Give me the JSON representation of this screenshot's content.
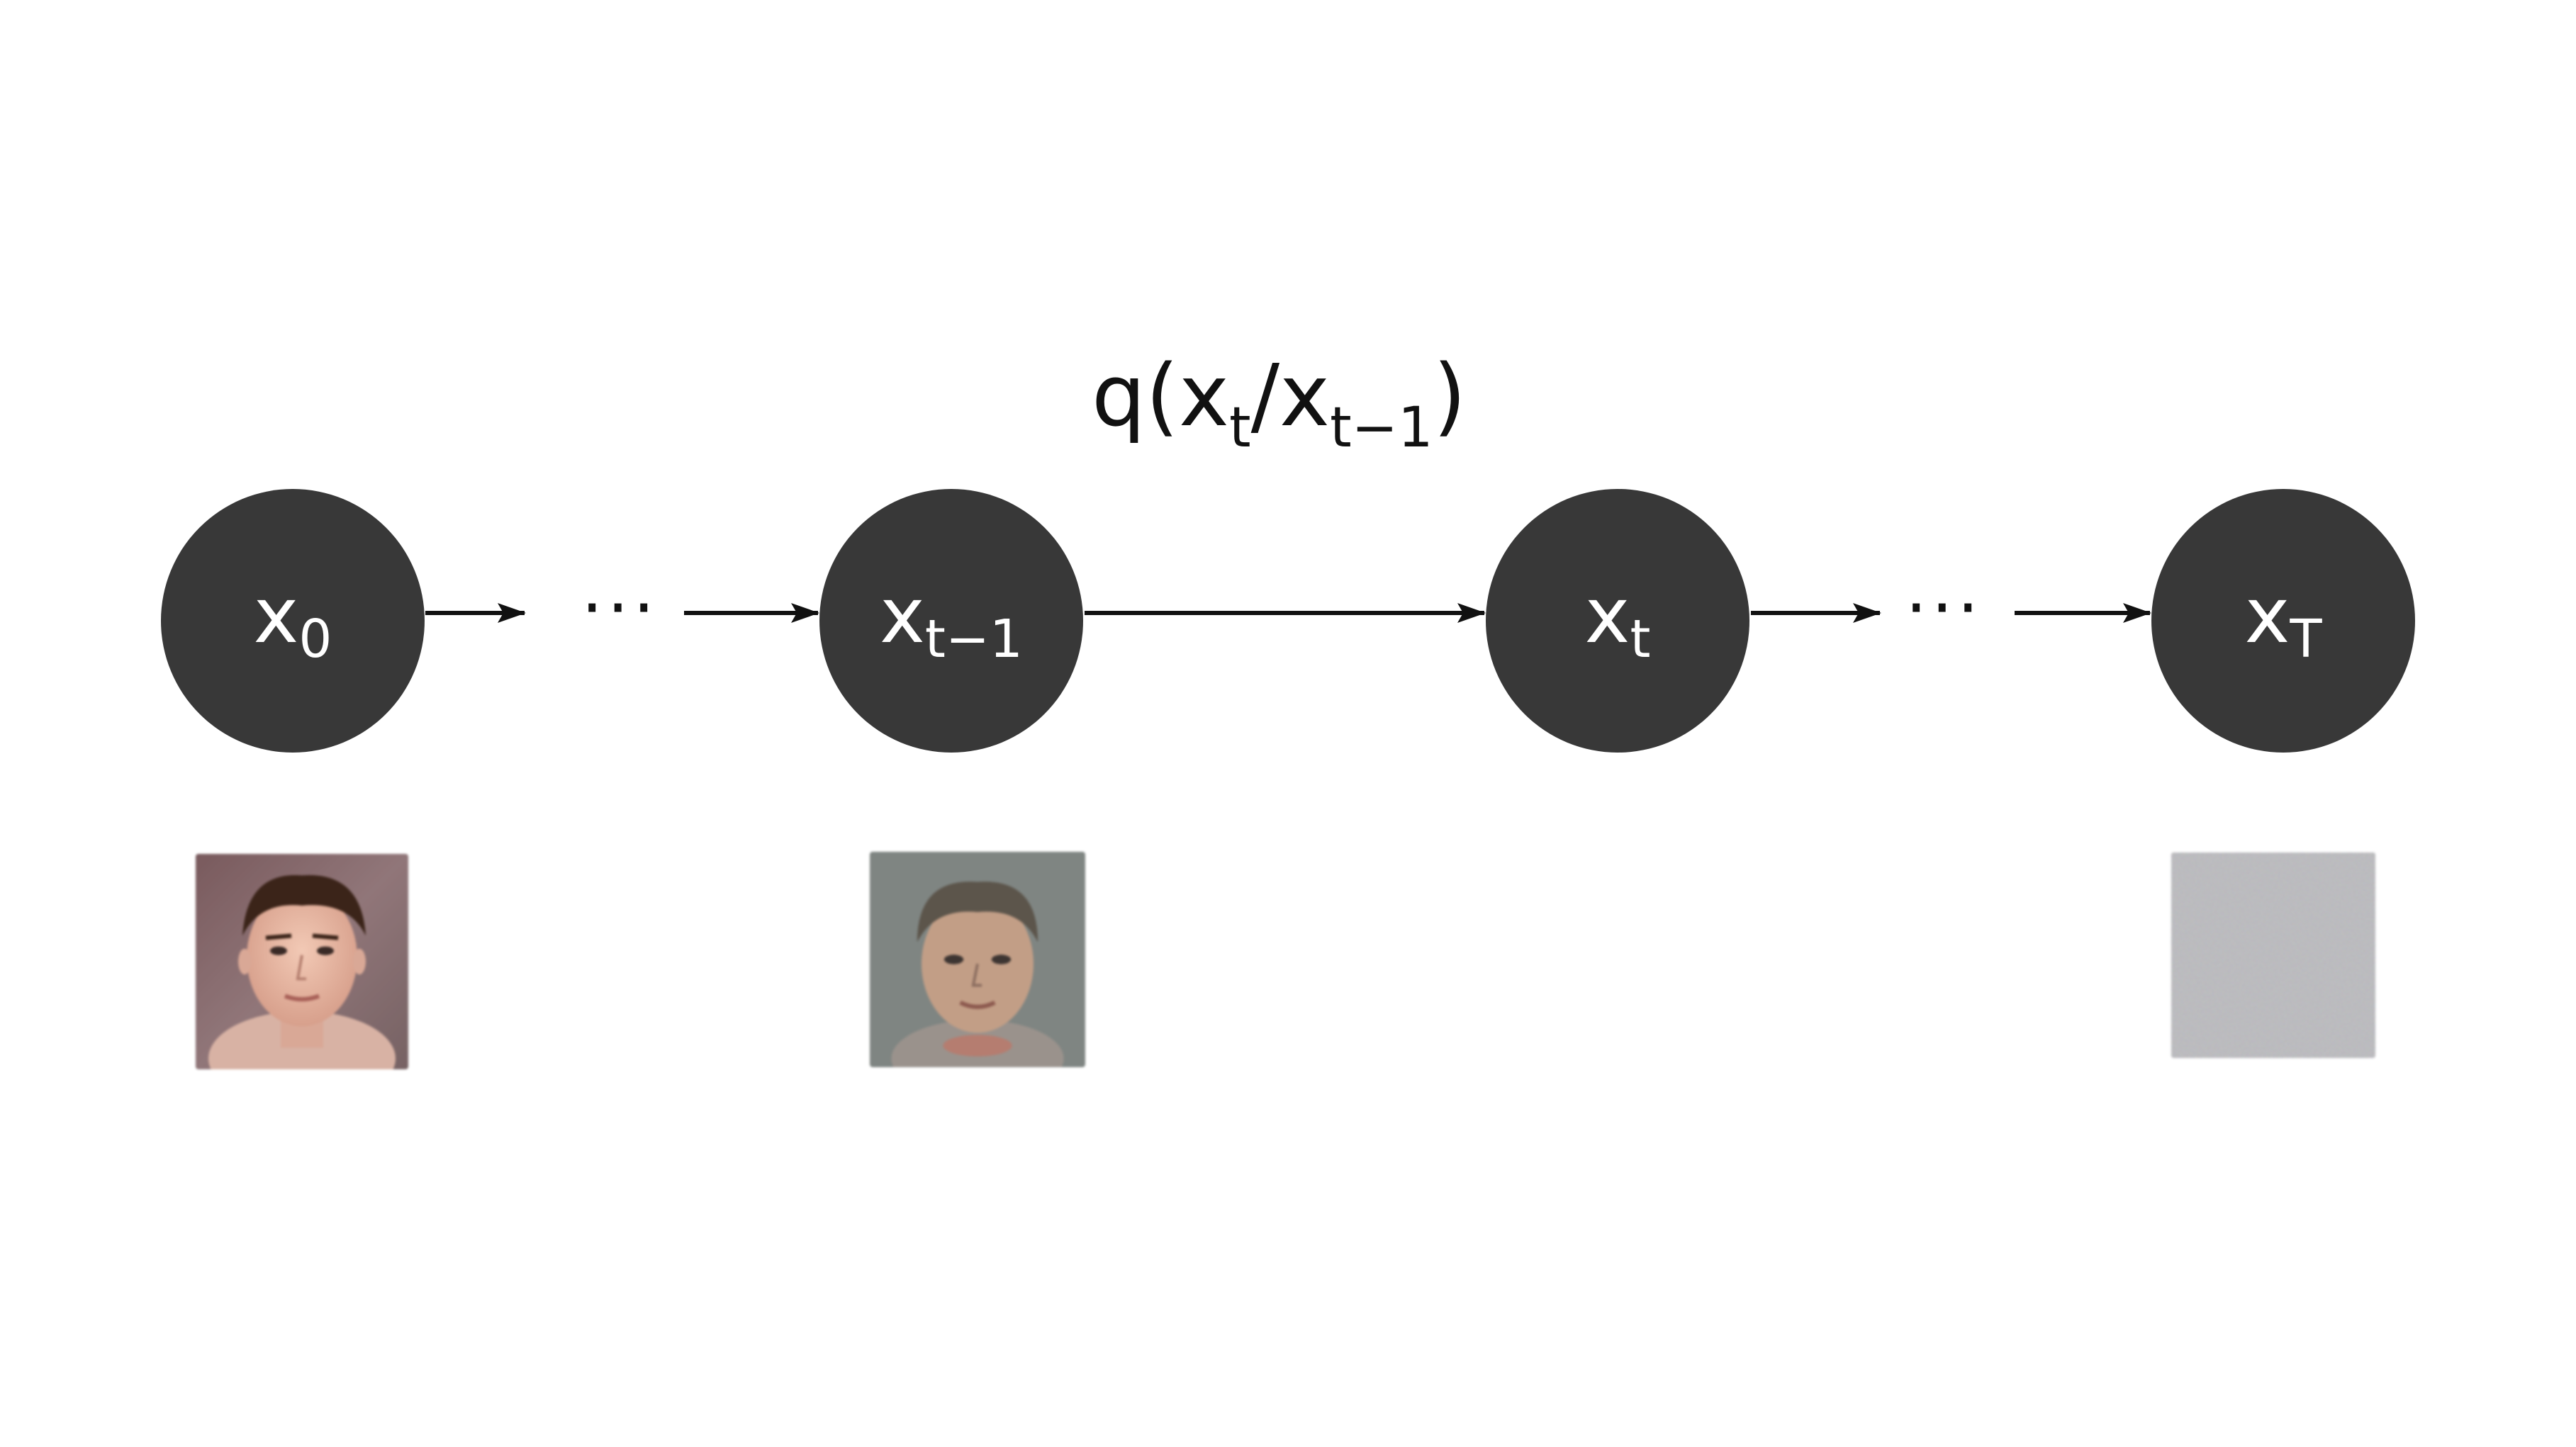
{
  "transition": {
    "prefix": "q(x",
    "sub1": "t",
    "mid": "/x",
    "sub2": "t−1",
    "suffix": ")"
  },
  "nodes": [
    {
      "base": "x",
      "sub": "0"
    },
    {
      "base": "x",
      "sub": "t−1"
    },
    {
      "base": "x",
      "sub": "t"
    },
    {
      "base": "x",
      "sub": "T"
    }
  ],
  "ellipsis": "···",
  "colors": {
    "node_fill": "#383838",
    "node_text": "#ffffff",
    "arrow": "#111111",
    "background": "#ffffff"
  },
  "images": [
    {
      "under": "x0",
      "content": "face-photo"
    },
    {
      "under": "xt-1",
      "content": "noisy-face-photo"
    },
    {
      "under": "xT",
      "content": "pure-noise"
    }
  ]
}
